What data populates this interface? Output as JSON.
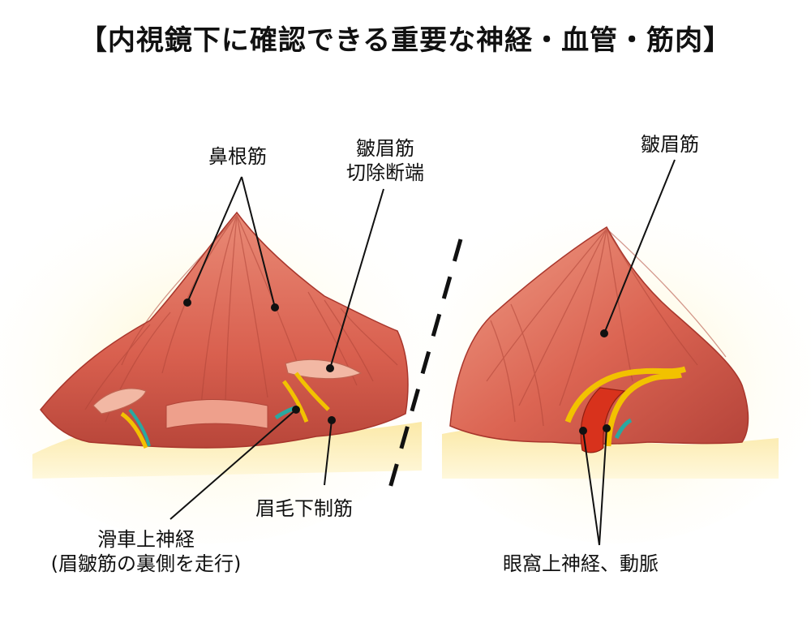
{
  "title": "【内視鏡下に確認できる重要な神経・血管・筋肉】",
  "labels": {
    "procerus": "鼻根筋",
    "corrugator_cut_line1": "皺眉筋",
    "corrugator_cut_line2": "切除断端",
    "depressor": "眉毛下制筋",
    "supratrochlear_line1": "滑車上神経",
    "supratrochlear_line2": "(眉皺筋の裏側を走行)",
    "corrugator_right": "皺眉筋",
    "supraorbital": "眼窩上神経、動脈"
  },
  "colors": {
    "muscle": "#d9604f",
    "muscle_light": "#f0a08c",
    "muscle_dark": "#a8362c",
    "tendon": "#f2b8a4",
    "nerve": "#f2c200",
    "vessel": "#2aa8a0",
    "artery": "#d8321c",
    "background_glow": "#fff4c0"
  }
}
